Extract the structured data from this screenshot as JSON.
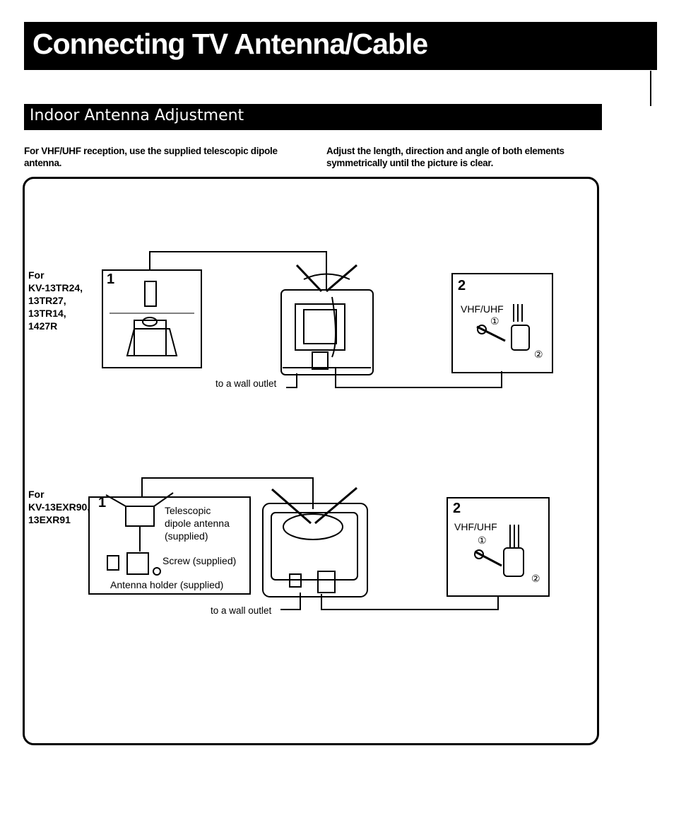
{
  "header": {
    "title": "Connecting TV Antenna/Cable"
  },
  "section": {
    "title": "Indoor Antenna Adjustment"
  },
  "intro": {
    "left": "For VHF/UHF reception, use the supplied telescopic dipole antenna.",
    "right": "Adjust the length, direction and angle of both elements symmetrically until the picture is clear."
  },
  "diagram1": {
    "models": [
      "For",
      "KV-13TR24,",
      "13TR27,",
      "13TR14,",
      "1427R"
    ],
    "step1": "1",
    "step2": "2",
    "vhf_label": "VHF/UHF",
    "circ1": "①",
    "circ2": "②",
    "wall_outlet": "to a wall outlet"
  },
  "diagram2": {
    "models": [
      "For",
      "KV-13EXR90,",
      "13EXR91"
    ],
    "step1": "1",
    "step2": "2",
    "antenna_label": [
      "Telescopic",
      "dipole antenna",
      "(supplied)"
    ],
    "screw_label": "Screw (supplied)",
    "holder_label": "Antenna holder (supplied)",
    "vhf_label": "VHF/UHF",
    "circ1": "①",
    "circ2": "②",
    "wall_outlet": "to a wall outlet"
  }
}
